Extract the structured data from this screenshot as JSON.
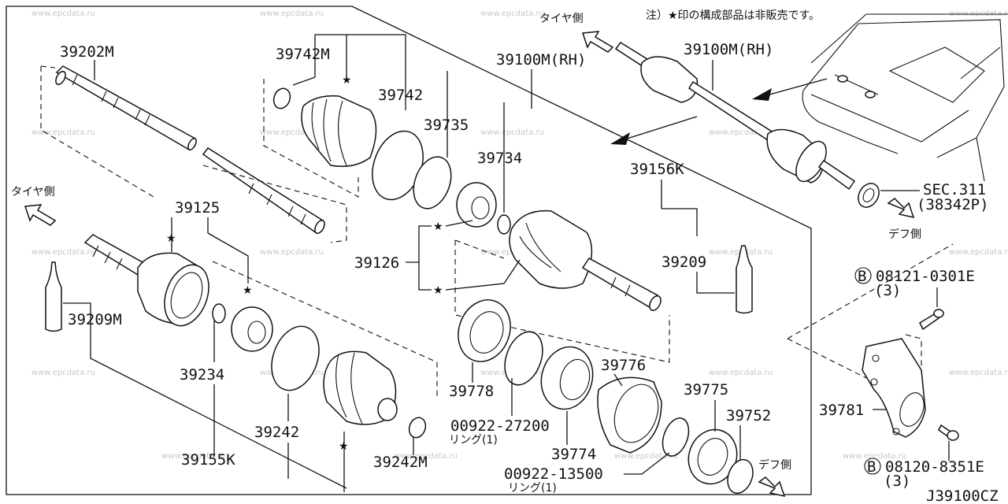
{
  "watermark": "www.epcdata.ru",
  "note": "注）★印の構成部品は非販売です。",
  "star": "★",
  "directions": {
    "tire_top": "タイヤ側",
    "tire_left": "タイヤ側",
    "diff_mid": "デフ側",
    "diff_bottom": "デフ側"
  },
  "parts": {
    "p39202M": "39202M",
    "p39742M": "39742M",
    "p39742": "39742",
    "p39100M_a": "39100M(RH)",
    "p39100M_b": "39100M(RH)",
    "p39735": "39735",
    "p39734": "39734",
    "p39156K": "39156K",
    "p39125": "39125",
    "p39126": "39126",
    "p39209": "39209",
    "p39209M": "39209M",
    "p39234": "39234",
    "p39776": "39776",
    "p39778": "39778",
    "p00922_27200": "00922-27200",
    "ring1": "リング(1)",
    "p39242": "39242",
    "p39774": "39774",
    "p39775": "39775",
    "p39752": "39752",
    "p39155K": "39155K",
    "p39242M": "39242M",
    "p00922_13500": "00922-13500",
    "ring2": "リング(1)",
    "sec311": "SEC.311",
    "sec311_sub": "(38342P)",
    "bolt1_circle": "B",
    "bolt1": "08121-0301E",
    "bolt1_qty": "(3)",
    "p39781": "39781",
    "bolt2_circle": "B",
    "bolt2": "08120-8351E",
    "bolt2_qty": "(3)",
    "diagram_code": "J39100CZ"
  }
}
